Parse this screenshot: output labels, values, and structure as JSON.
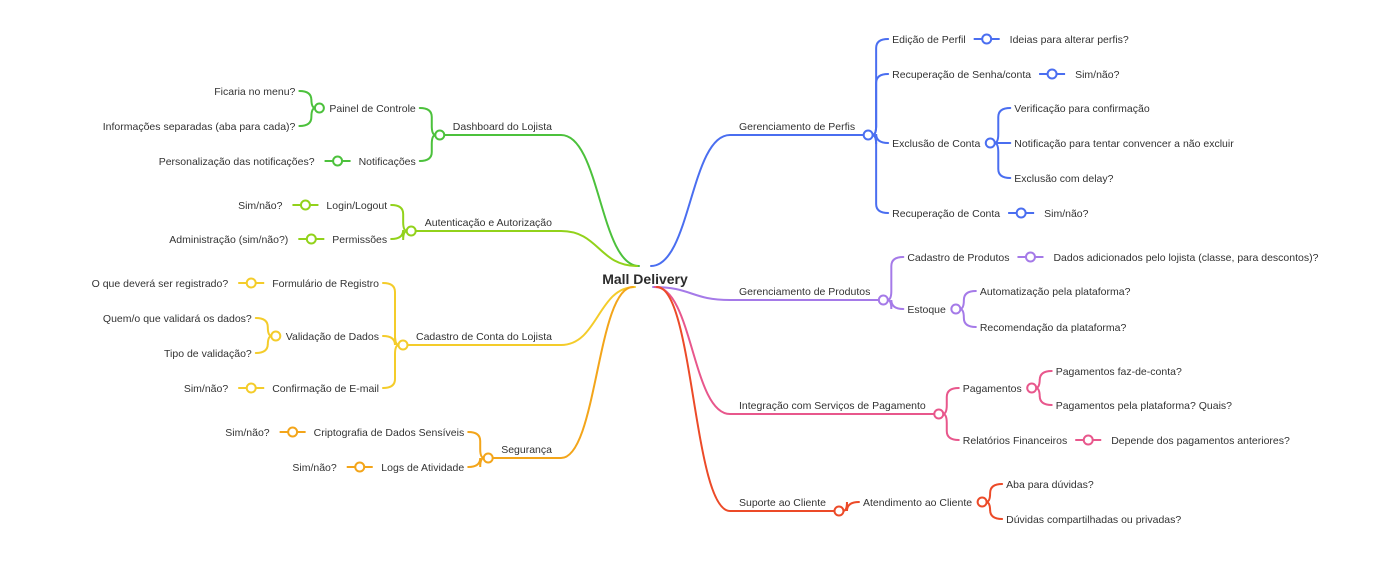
{
  "root": {
    "label": "Mall Delivery"
  },
  "right_branches": [
    {
      "label": "Gerenciamento de Perfis",
      "color": "#4a6ef0",
      "children": [
        {
          "label": "Edição de Perfil",
          "children": [
            {
              "label": "Ideias para alterar perfis?"
            }
          ]
        },
        {
          "label": "Recuperação de Senha/conta",
          "children": [
            {
              "label": "Sim/não?"
            }
          ]
        },
        {
          "label": "Exclusão de Conta",
          "children": [
            {
              "label": "Verificação para confirmação"
            },
            {
              "label": "Notificação para tentar convencer a não excluir"
            },
            {
              "label": "Exclusão com delay?"
            }
          ]
        },
        {
          "label": "Recuperação de Conta",
          "children": [
            {
              "label": "Sim/não?"
            }
          ]
        }
      ]
    },
    {
      "label": "Gerenciamento de Produtos",
      "color": "#a57ae8",
      "children": [
        {
          "label": "Cadastro de Produtos",
          "children": [
            {
              "label": "Dados adicionados pelo lojista (classe, para descontos)?"
            }
          ]
        },
        {
          "label": "Estoque",
          "children": [
            {
              "label": "Automatização pela plataforma?"
            },
            {
              "label": "Recomendação da plataforma?"
            }
          ]
        }
      ]
    },
    {
      "label": "Integração com Serviços de Pagamento",
      "color": "#e8578c",
      "children": [
        {
          "label": "Pagamentos",
          "children": [
            {
              "label": "Pagamentos faz-de-conta?"
            },
            {
              "label": "Pagamentos pela plataforma? Quais?"
            }
          ]
        },
        {
          "label": "Relatórios Financeiros",
          "children": [
            {
              "label": "Depende dos pagamentos anteriores?"
            }
          ]
        }
      ]
    },
    {
      "label": "Suporte ao Cliente",
      "color": "#ec4a28",
      "children": [
        {
          "label": "Atendimento ao Cliente",
          "children": [
            {
              "label": "Aba para dúvidas?"
            },
            {
              "label": "Dúvidas compartilhadas ou privadas?"
            }
          ]
        }
      ]
    }
  ],
  "left_branches": [
    {
      "label": "Dashboard do Lojista",
      "color": "#4cc13c",
      "children": [
        {
          "label": "Painel de Controle",
          "children": [
            {
              "label": "Ficaria no menu?"
            },
            {
              "label": "Informações separadas (aba para cada)?"
            }
          ]
        },
        {
          "label": "Notificações",
          "children": [
            {
              "label": "Personalização das notificações?"
            }
          ]
        }
      ]
    },
    {
      "label": "Autenticação e Autorização",
      "color": "#92d21b",
      "children": [
        {
          "label": "Login/Logout",
          "children": [
            {
              "label": "Sim/não?"
            }
          ]
        },
        {
          "label": "Permissões",
          "children": [
            {
              "label": "Administração (sim/não?)"
            }
          ]
        }
      ]
    },
    {
      "label": "Cadastro de Conta do Lojista",
      "color": "#f4cc2a",
      "children": [
        {
          "label": "Formulário de Registro",
          "children": [
            {
              "label": "O que deverá ser registrado?"
            }
          ]
        },
        {
          "label": "Validação de Dados",
          "children": [
            {
              "label": "Quem/o que validará os dados?"
            },
            {
              "label": "Tipo de validação?"
            }
          ]
        },
        {
          "label": "Confirmação de E-mail",
          "children": [
            {
              "label": "Sim/não?"
            }
          ]
        }
      ]
    },
    {
      "label": "Segurança",
      "color": "#f3a51a",
      "children": [
        {
          "label": "Criptografia de Dados Sensíveis",
          "children": [
            {
              "label": "Sim/não?"
            }
          ]
        },
        {
          "label": "Logs de Atividade",
          "children": [
            {
              "label": "Sim/não?"
            }
          ]
        }
      ]
    }
  ]
}
